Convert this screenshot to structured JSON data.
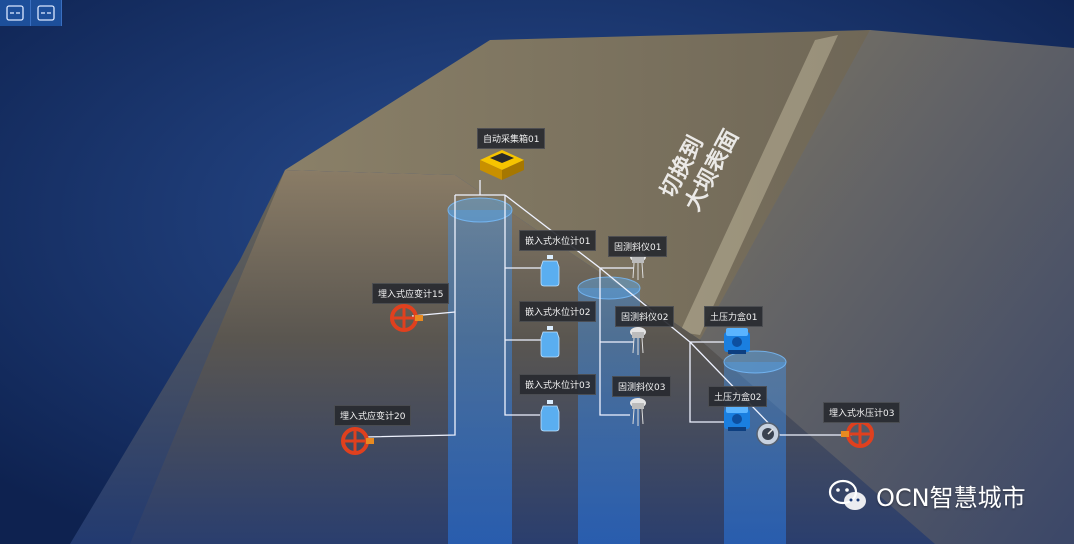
{
  "toolbar": {
    "buttons": [
      {
        "icon": "fit-view-icon"
      },
      {
        "icon": "fullscreen-icon"
      }
    ]
  },
  "scene": {
    "switch_label": "切换到\n大坝表面"
  },
  "devices": {
    "collector": "自动采集箱01",
    "water_level_01": "嵌入式水位计01",
    "water_level_02": "嵌入式水位计02",
    "water_level_03": "嵌入式水位计03",
    "inclinometer_01": "固测斜仪01",
    "inclinometer_02": "固测斜仪02",
    "inclinometer_03": "固测斜仪03",
    "strain_15": "埋入式应变计15",
    "strain_20": "埋入式应变计20",
    "pressure_box_01": "土压力盒01",
    "pressure_box_02": "土压力盒02",
    "water_pressure_03": "埋入式水压计03"
  },
  "watermark": {
    "icon": "wechat-icon",
    "text": "OCN智慧城市"
  },
  "colors": {
    "water": "#1a3a78",
    "toolbar": "#1d4f9a",
    "label_bg": "#2a2c30",
    "valve": "#e0401e",
    "pressure_box": "#1a7fe0",
    "collector": "#f0b800"
  }
}
